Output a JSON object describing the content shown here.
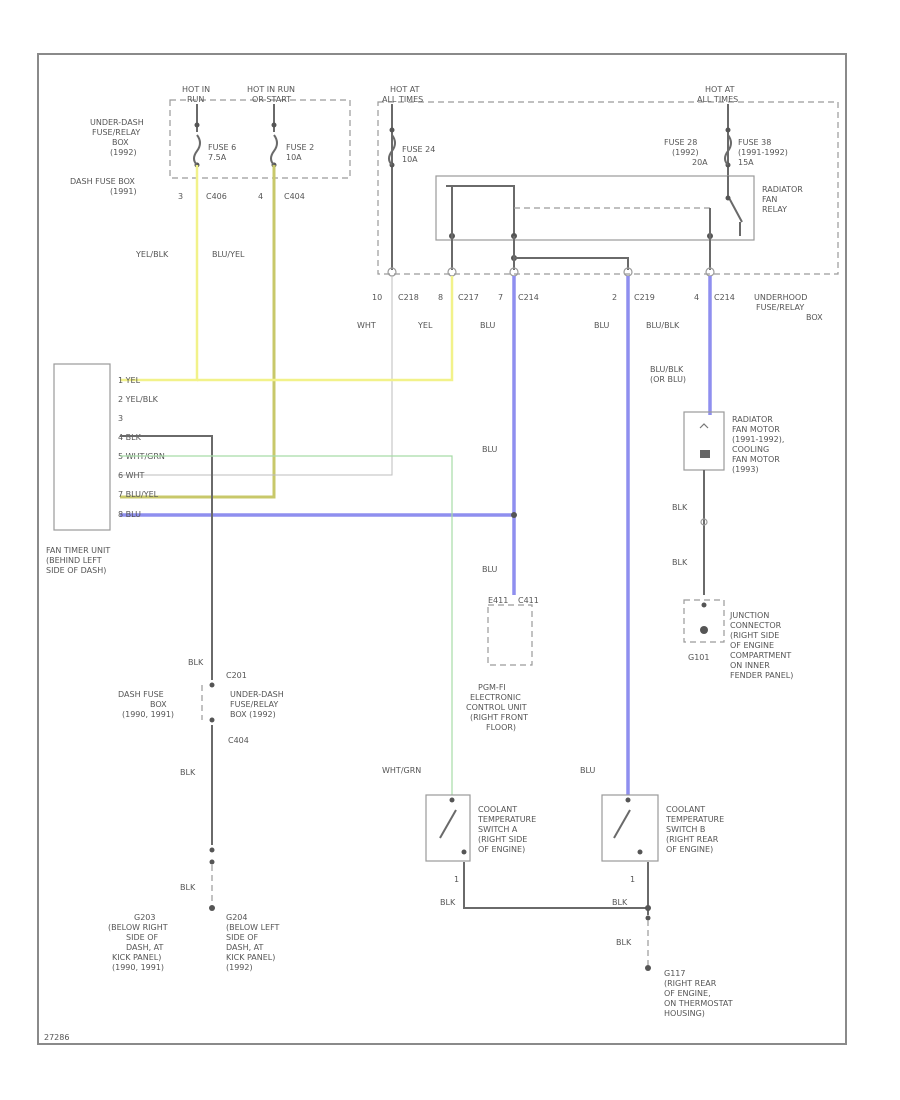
{
  "power": {
    "hot_in_run_1": [
      "HOT IN",
      "RUN"
    ],
    "hot_in_run_2": [
      "HOT IN RUN",
      "OR START"
    ],
    "hot_at_all_times_1": [
      "HOT AT",
      "ALL TIMES"
    ],
    "hot_at_all_times_2": [
      "HOT AT",
      "ALL TIMES"
    ]
  },
  "fuses": {
    "fuse6": [
      "FUSE 6",
      "7.5A"
    ],
    "fuse2": [
      "FUSE 2",
      "10A"
    ],
    "fuse24": [
      "FUSE 24",
      "10A"
    ],
    "fuse28": [
      "FUSE 28",
      "(1992)"
    ],
    "fuse38": [
      "FUSE 38",
      "(1991-1992)"
    ],
    "fuse_amp1": "20A",
    "fuse_amp2": "15A"
  },
  "labels": {
    "underdash_box": [
      "UNDER-DASH",
      "FUSE/RELAY",
      "BOX",
      "(1992)",
      "DASH FUSE BOX",
      "(1991)"
    ],
    "radiator_relay": [
      "RADIATOR",
      "FAN",
      "RELAY"
    ],
    "underhood_box": [
      "UNDERHOOD",
      "FUSE/RELAY",
      "BOX"
    ],
    "fan_timer": [
      "FAN TIMER UNIT",
      "(BEHIND LEFT",
      "SIDE OF DASH)"
    ],
    "radiator_motor": [
      "RADIATOR",
      "FAN MOTOR",
      "(1991-1992),",
      "COOLING",
      "FAN MOTOR",
      "(1993)"
    ],
    "junction": [
      "JUNCTION",
      "CONNECTOR",
      "(RIGHT SIDE",
      "OF ENGINE",
      "COMPARTMENT",
      "ON INNER",
      "FENDER PANEL)"
    ],
    "pgmfi": [
      "PGM-FI",
      "ELECTRONIC",
      "CONTROL UNIT",
      "(RIGHT FRONT",
      "FLOOR)"
    ],
    "dash_box_bottom": [
      "DASH FUSE",
      "BOX",
      "(1990, 1991)"
    ],
    "underdash_bottom": [
      "UNDER-DASH",
      "FUSE/RELAY",
      "BOX  (1992)"
    ],
    "coolant1": [
      "COOLANT",
      "TEMPERATURE",
      "SWITCH A",
      "(RIGHT  SIDE",
      "OF ENGINE)"
    ],
    "coolant2": [
      "COOLANT",
      "TEMPERATURE",
      "SWITCH B",
      "(RIGHT REAR",
      "OF ENGINE)"
    ],
    "g203": [
      "G203",
      "(BELOW RIGHT",
      "SIDE OF",
      "DASH, AT",
      "KICK PANEL)",
      "(1990, 1991)"
    ],
    "g204": [
      "G204",
      "(BELOW LEFT",
      "SIDE OF",
      "DASH, AT",
      "KICK PANEL)",
      "(1992)"
    ],
    "g117": [
      "G117",
      "(RIGHT REAR",
      "OF ENGINE,",
      "ON THERMOSTAT",
      "HOUSING)"
    ],
    "g101": "G101",
    "doc_id": "27286"
  },
  "connectors": {
    "c406a": [
      "3",
      "C406"
    ],
    "c404": [
      "4",
      "C404"
    ],
    "c218": [
      "10",
      "C218"
    ],
    "c217": [
      "8",
      "C217"
    ],
    "c214a": [
      "7",
      "C214"
    ],
    "c219": [
      "2",
      "C219"
    ],
    "c214b": [
      "4",
      "C214"
    ],
    "c201": "C201",
    "c404b": "C404",
    "c411": "C411",
    "e411": "E411"
  },
  "wires": {
    "yel_blk": "YEL/BLK",
    "blu_yel": "BLU/YEL",
    "wht": "WHT",
    "yel": "YEL",
    "blu1": "BLU",
    "blu2": "BLU",
    "blu_blk": "BLU/BLK",
    "blu_blk_or": [
      "BLU/BLK",
      "(OR BLU)"
    ],
    "blu3": "BLU",
    "blu4": "BLU",
    "blk1": "BLK",
    "blk2": "BLK",
    "blk3": "BLK",
    "blk4": "BLK",
    "blk5": "BLK",
    "blk6": "BLK",
    "blk7": "BLK",
    "wht_grn": "WHT/GRN",
    "blu5": "BLU"
  },
  "pins": {
    "p1": "1  YEL",
    "p2": "2  YEL/BLK",
    "p3": "3",
    "p4": "4  BLK",
    "p5": "5  WHT/GRN",
    "p6": "6  WHT",
    "p7": "7  BLU/YEL",
    "p8": "8  BLU"
  },
  "colors": {
    "yellow": "#f2f28a",
    "blue": "#8f8fef",
    "green": "#a6dca6",
    "black_wire": "#6a6a6a"
  }
}
